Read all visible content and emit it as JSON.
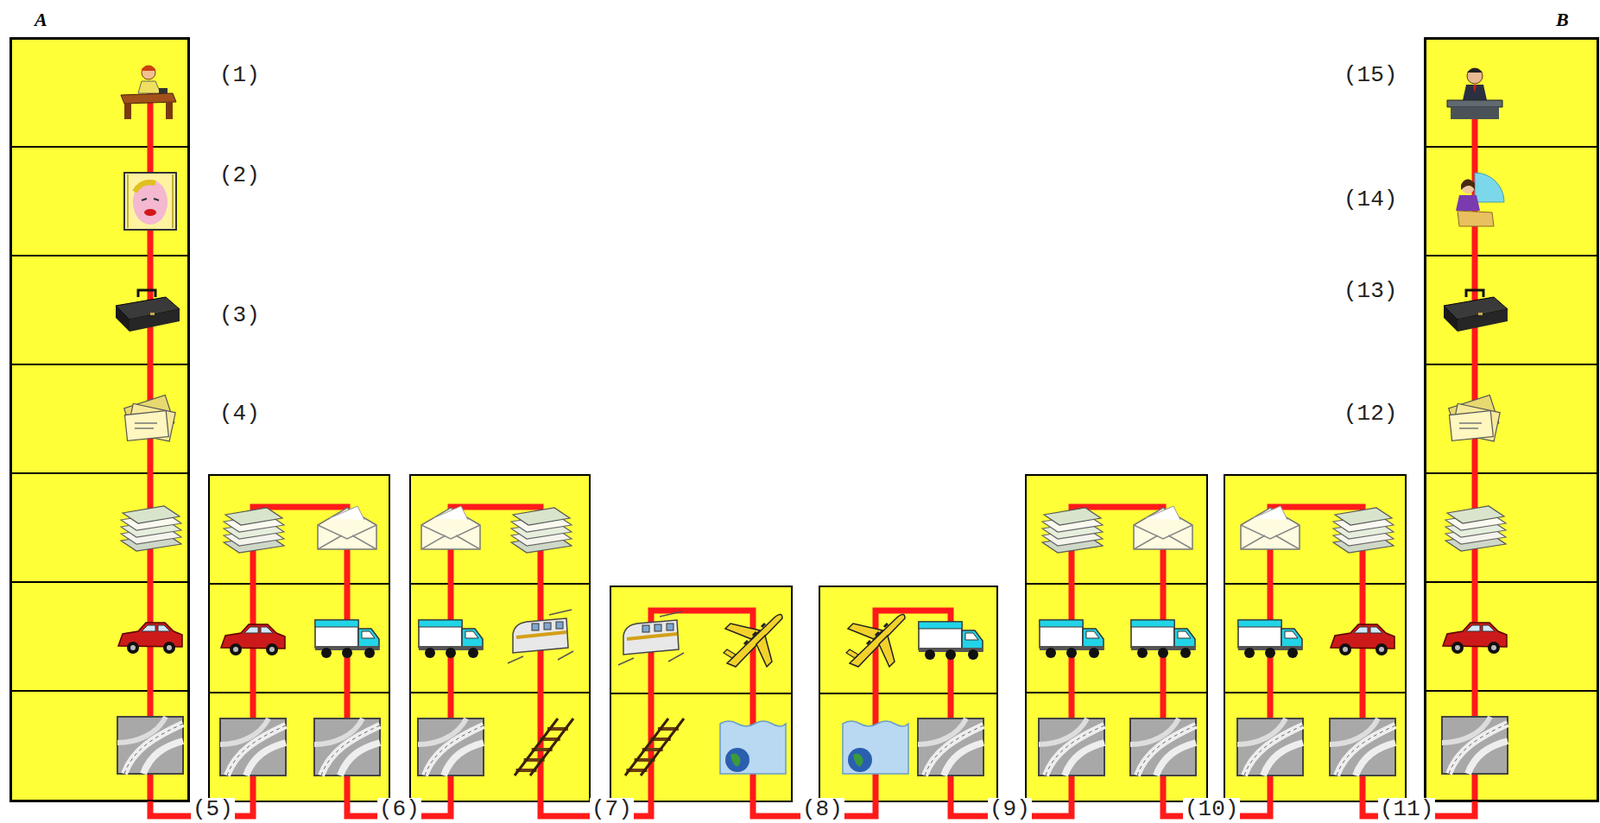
{
  "diagram": {
    "nodes": [
      {
        "text": [
          "A"
        ]
      },
      {
        "text": [
          "B"
        ]
      }
    ],
    "labels": [
      "(1)",
      "(2)",
      "(3)",
      "(4)",
      "(5)",
      "(6)",
      "(7)",
      "(8)",
      "(9)",
      "(10)",
      "(11)",
      "(12)",
      "(13)",
      "(14)",
      "(15)"
    ]
  }
}
